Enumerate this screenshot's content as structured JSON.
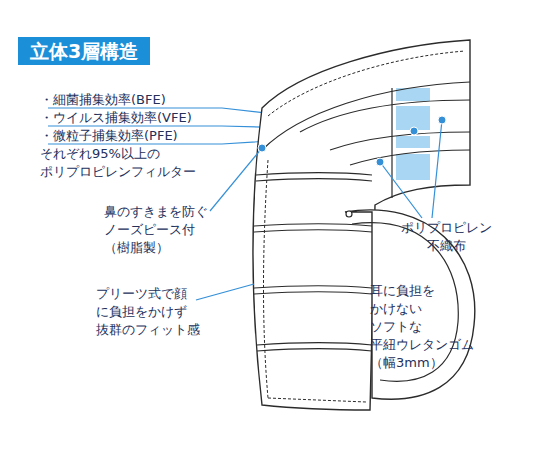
{
  "diagram": {
    "title": "立体3層構造",
    "labels": [
      "・細菌捕集効率(BFE)",
      "・ウイルス捕集効率(VFE)",
      "・微粒子捕集効率(PFE)",
      "それぞれ95%以上の ポリプロピレンフィルター",
      "鼻のすきまを防ぐ ノーズピース付 （樹脂製）",
      "ポリプロピレン 不織布",
      "プリーツ式で顔 に負担をかけず 抜群のフィット感",
      "耳に負担を かけない ソフトな 平紐ウレタンゴム （幅3mm）"
    ]
  }
}
